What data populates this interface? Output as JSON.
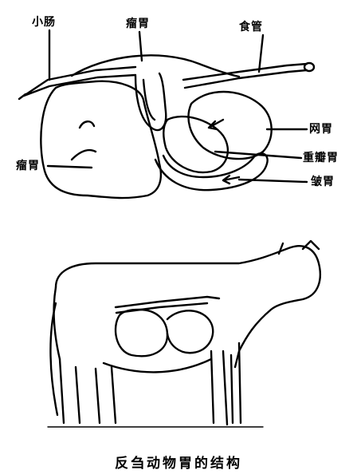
{
  "labels": {
    "small_intestine": "小肠",
    "rumen_top": "瘤胃",
    "esophagus": "食管",
    "reticulum": "网胃",
    "omasum": "重瓣胃",
    "abomasum": "皱胃",
    "rumen_left": "瘤胃"
  },
  "caption": "反刍动物胃的结构"
}
